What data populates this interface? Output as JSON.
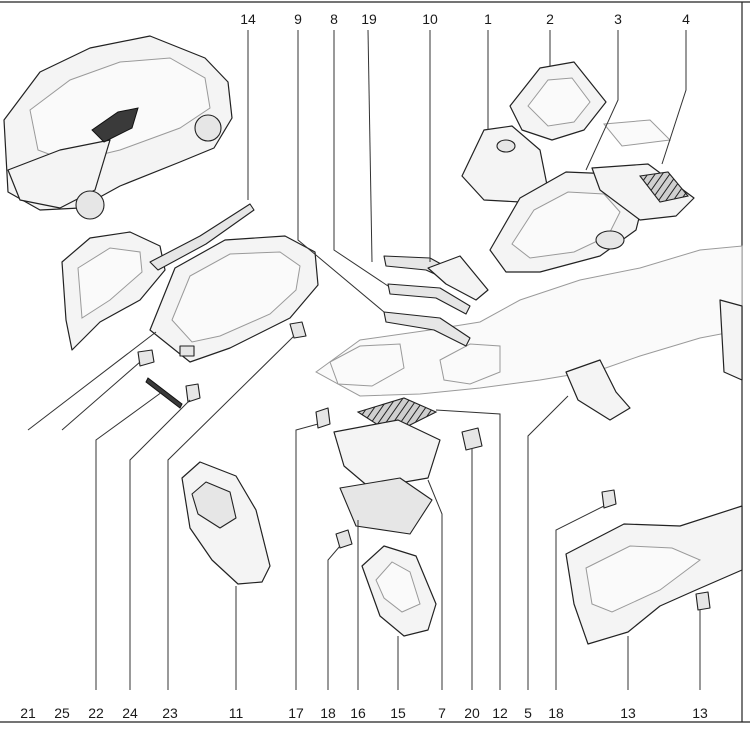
{
  "top_labels": [
    "14",
    "9",
    "8",
    "19",
    "10",
    "1",
    "2",
    "3",
    "4"
  ],
  "bottom_labels": [
    "21",
    "25",
    "22",
    "24",
    "23",
    "11",
    "17",
    "18",
    "16",
    "15",
    "7",
    "20",
    "12",
    "5",
    "18",
    "13",
    "13"
  ]
}
